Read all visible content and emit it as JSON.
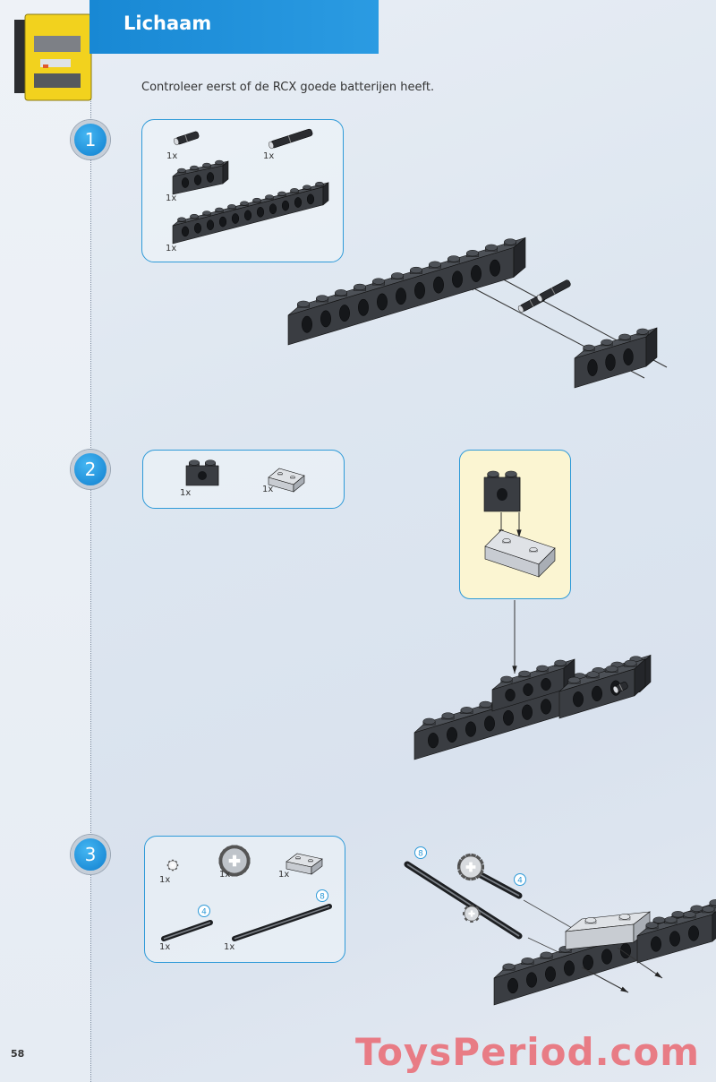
{
  "header": {
    "title": "Lichaam"
  },
  "intro": "Controleer eerst of de RCX goede batterijen heeft.",
  "steps": [
    {
      "number": "1",
      "parts": [
        {
          "name": "connector-peg",
          "qty": "1x"
        },
        {
          "name": "long-connector-peg",
          "qty": "1x"
        },
        {
          "name": "technic-beam-1x4",
          "qty": "1x"
        },
        {
          "name": "technic-beam-1x12",
          "qty": "1x"
        }
      ]
    },
    {
      "number": "2",
      "parts": [
        {
          "name": "technic-brick-1x2",
          "qty": "1x"
        },
        {
          "name": "plate-2x2-light-grey",
          "qty": "1x"
        }
      ]
    },
    {
      "number": "3",
      "parts": [
        {
          "name": "gear-8-tooth",
          "qty": "1x"
        },
        {
          "name": "gear-24-tooth",
          "qty": "1x"
        },
        {
          "name": "plate-2x2-light-grey",
          "qty": "1x"
        },
        {
          "name": "axle",
          "qty": "1x",
          "length": "4"
        },
        {
          "name": "axle",
          "qty": "1x",
          "length": "8"
        }
      ],
      "assembly_axle_lengths": [
        "8",
        "4"
      ]
    }
  ],
  "page_number": "58",
  "watermark": "ToysPeriod.com",
  "colors": {
    "accent_blue": "#1888d4",
    "brick_dark": "#3a3d42",
    "brick_light": "#c8ccd2",
    "callout_fill": "#fbf5d2",
    "watermark": "#e9737c"
  }
}
